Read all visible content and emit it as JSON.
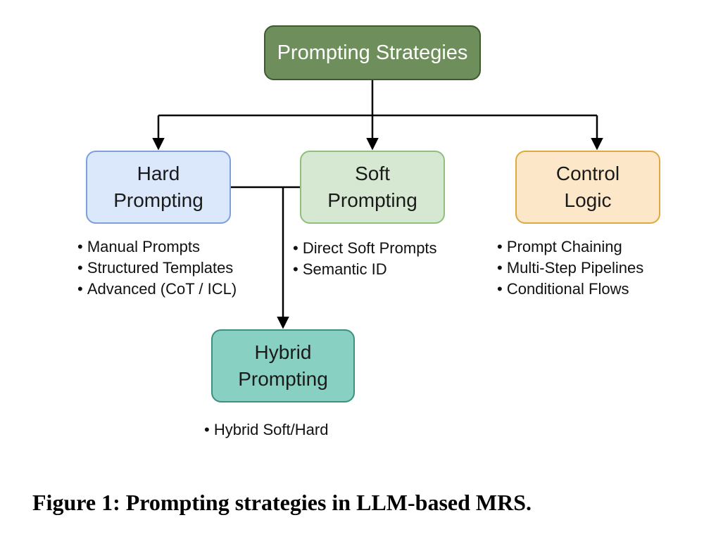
{
  "diagram": {
    "root": {
      "label": "Prompting Strategies"
    },
    "nodes": {
      "hard": {
        "label": "Hard\nPrompting",
        "items": [
          "Manual Prompts",
          "Structured Templates",
          "Advanced (CoT / ICL)"
        ]
      },
      "soft": {
        "label": "Soft\nPrompting",
        "items": [
          "Direct Soft Prompts",
          "Semantic ID"
        ]
      },
      "control": {
        "label": "Control\nLogic",
        "items": [
          "Prompt Chaining",
          "Multi-Step Pipelines",
          "Conditional Flows"
        ]
      },
      "hybrid": {
        "label": "Hybrid\nPrompting",
        "items": [
          "Hybrid Soft/Hard"
        ]
      }
    },
    "edges": [
      {
        "from": "root",
        "to": "hard"
      },
      {
        "from": "root",
        "to": "soft"
      },
      {
        "from": "root",
        "to": "control"
      },
      {
        "from": "hard",
        "to": "hybrid"
      },
      {
        "from": "soft",
        "to": "hybrid"
      }
    ]
  },
  "caption": "Figure 1: Prompting strategies in LLM-based MRS."
}
